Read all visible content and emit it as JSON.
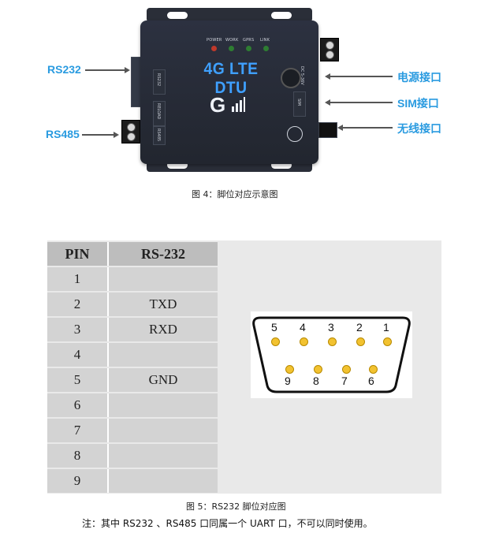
{
  "figure4": {
    "device": {
      "leds": [
        "POWER",
        "WORK",
        "GPRS",
        "LINK"
      ],
      "led_colors": [
        "#c0392b",
        "#2e7d32",
        "#2e7d32",
        "#2e7d32"
      ],
      "title": "4G LTE DTU",
      "logo": "G",
      "left_port_label": "RS232",
      "rs485_port_label": "RS485",
      "right_dc_label": "DC 5-36V",
      "right_sim_label": "SIM",
      "right_reload_label": "RELOAD"
    },
    "callouts": {
      "rs232": "RS232",
      "rs485": "RS485",
      "power": "电源接口",
      "sim": "SIM接口",
      "wireless": "无线接口"
    },
    "caption": "图 4：脚位对应示意图"
  },
  "figure5": {
    "headers": [
      "PIN",
      "RS-232"
    ],
    "rows": [
      {
        "pin": "1",
        "signal": ""
      },
      {
        "pin": "2",
        "signal": "TXD"
      },
      {
        "pin": "3",
        "signal": "RXD"
      },
      {
        "pin": "4",
        "signal": ""
      },
      {
        "pin": "5",
        "signal": "GND"
      },
      {
        "pin": "6",
        "signal": ""
      },
      {
        "pin": "7",
        "signal": ""
      },
      {
        "pin": "8",
        "signal": ""
      },
      {
        "pin": "9",
        "signal": ""
      }
    ],
    "connector": {
      "top_pins": [
        "5",
        "4",
        "3",
        "2",
        "1"
      ],
      "bottom_pins": [
        "9",
        "8",
        "7",
        "6"
      ]
    },
    "caption": "图 5：RS232 脚位对应图"
  },
  "note": "注：其中 RS232 、RS485 口同属一个 UART 口，不可以同时使用。",
  "colors": {
    "callout_blue": "#2a9be0",
    "brand_blue": "#3fa0ff",
    "pin_yellow": "#f2c230"
  }
}
